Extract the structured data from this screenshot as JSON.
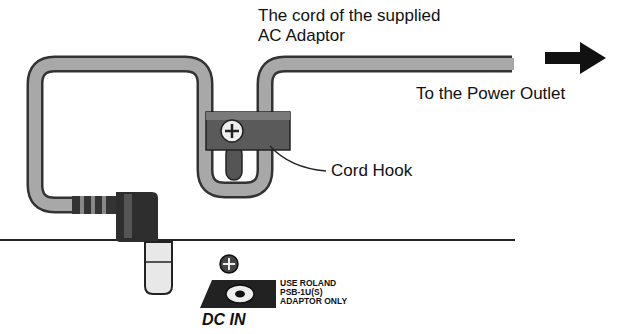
{
  "diagram": {
    "labels": [
      "The cord of the supplied AC Adaptor",
      "To the Power Outlet",
      "Cord Hook",
      "USE ROLAND PSB-1U(S) ADAPTOR ONLY",
      "DC IN"
    ]
  }
}
